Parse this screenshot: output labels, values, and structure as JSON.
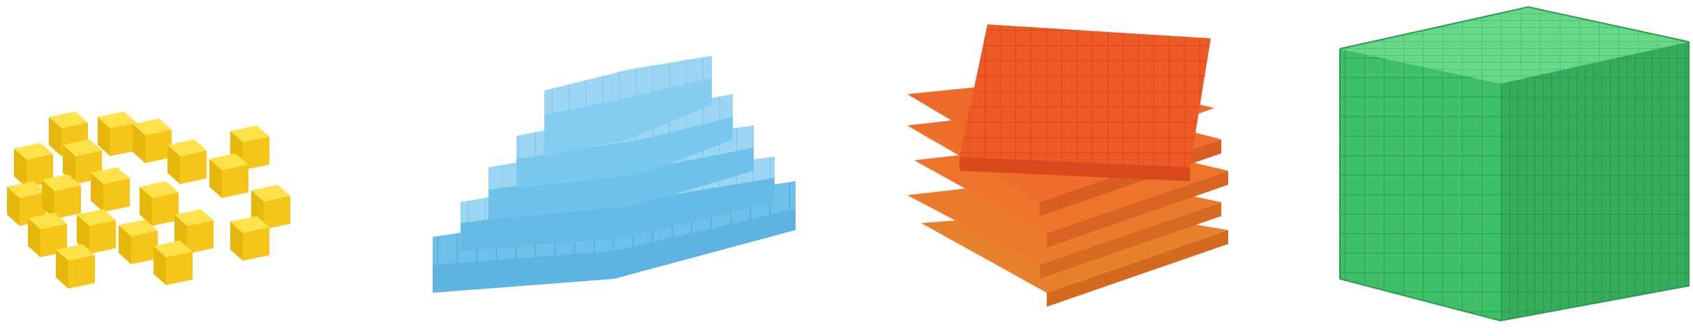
{
  "scene": {
    "subject": "base-ten-blocks",
    "groups": [
      {
        "name": "unit-cubes",
        "piece": "unit-cube-icon",
        "color": "#F5C518",
        "shade": "#D9A800",
        "light": "#FFE24A"
      },
      {
        "name": "ten-rods",
        "piece": "ten-rod-icon",
        "color": "#6EC1EA",
        "shade": "#3E96C8",
        "light": "#9AD6F4"
      },
      {
        "name": "hundred-flats",
        "piece": "hundred-flat-icon",
        "color": "#EE5A26",
        "shade": "#E8812C",
        "light": "#F36B35"
      },
      {
        "name": "thousand-cube",
        "piece": "thousand-cube-icon",
        "color": "#3FBF6A",
        "shade": "#2FA356",
        "light": "#67D78A"
      }
    ]
  }
}
